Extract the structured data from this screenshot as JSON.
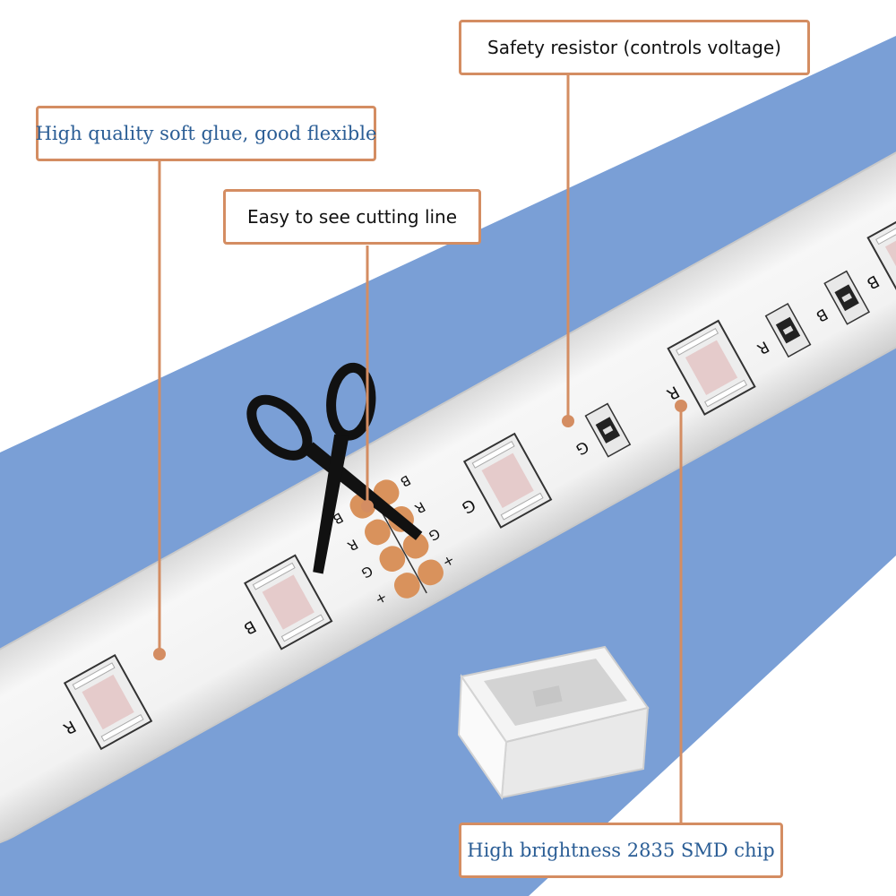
{
  "callouts": {
    "glue": "High quality soft glue, good flexible",
    "cutting": "Easy to see cutting line",
    "resistor": "Safety resistor (controls voltage)",
    "chip": "High brightness 2835 SMD chip"
  },
  "strip": {
    "led_letters": [
      "R",
      "B",
      "G",
      "R",
      "B"
    ],
    "resistor_letters": [
      "G",
      "R",
      "B"
    ],
    "pad_labels_left": [
      "B",
      "R",
      "G",
      "+"
    ],
    "pad_labels_right": [
      "B",
      "R",
      "G",
      "+"
    ]
  },
  "colors": {
    "background_band": "#7a9fd6",
    "strip": "#eeeeee",
    "callout_border": "#d48d62",
    "blue_text": "#2a5d95",
    "copper_pad": "#d9925c"
  },
  "icons": {
    "cut": "scissors-icon"
  }
}
